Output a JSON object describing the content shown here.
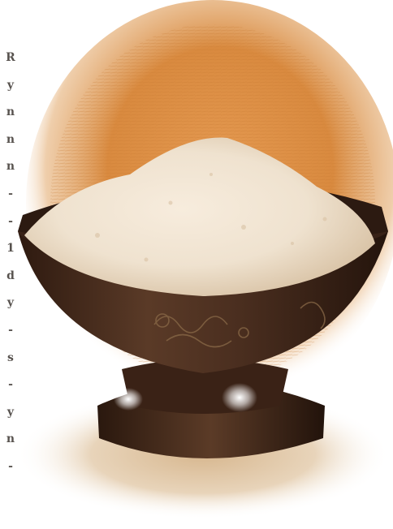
{
  "image": {
    "subject": "wooden-bowl-with-flour",
    "background_color": "#ffffff",
    "straw_color": "#d98a3f",
    "flour_color": "#efe2cf",
    "bowl_color": "#4a2e1f"
  },
  "edge_text": {
    "letters": [
      "R",
      "y",
      "n",
      "n",
      "n",
      "-",
      "-",
      "1",
      "d",
      "y",
      "-",
      "s",
      "-",
      "y",
      "n",
      "-"
    ]
  }
}
